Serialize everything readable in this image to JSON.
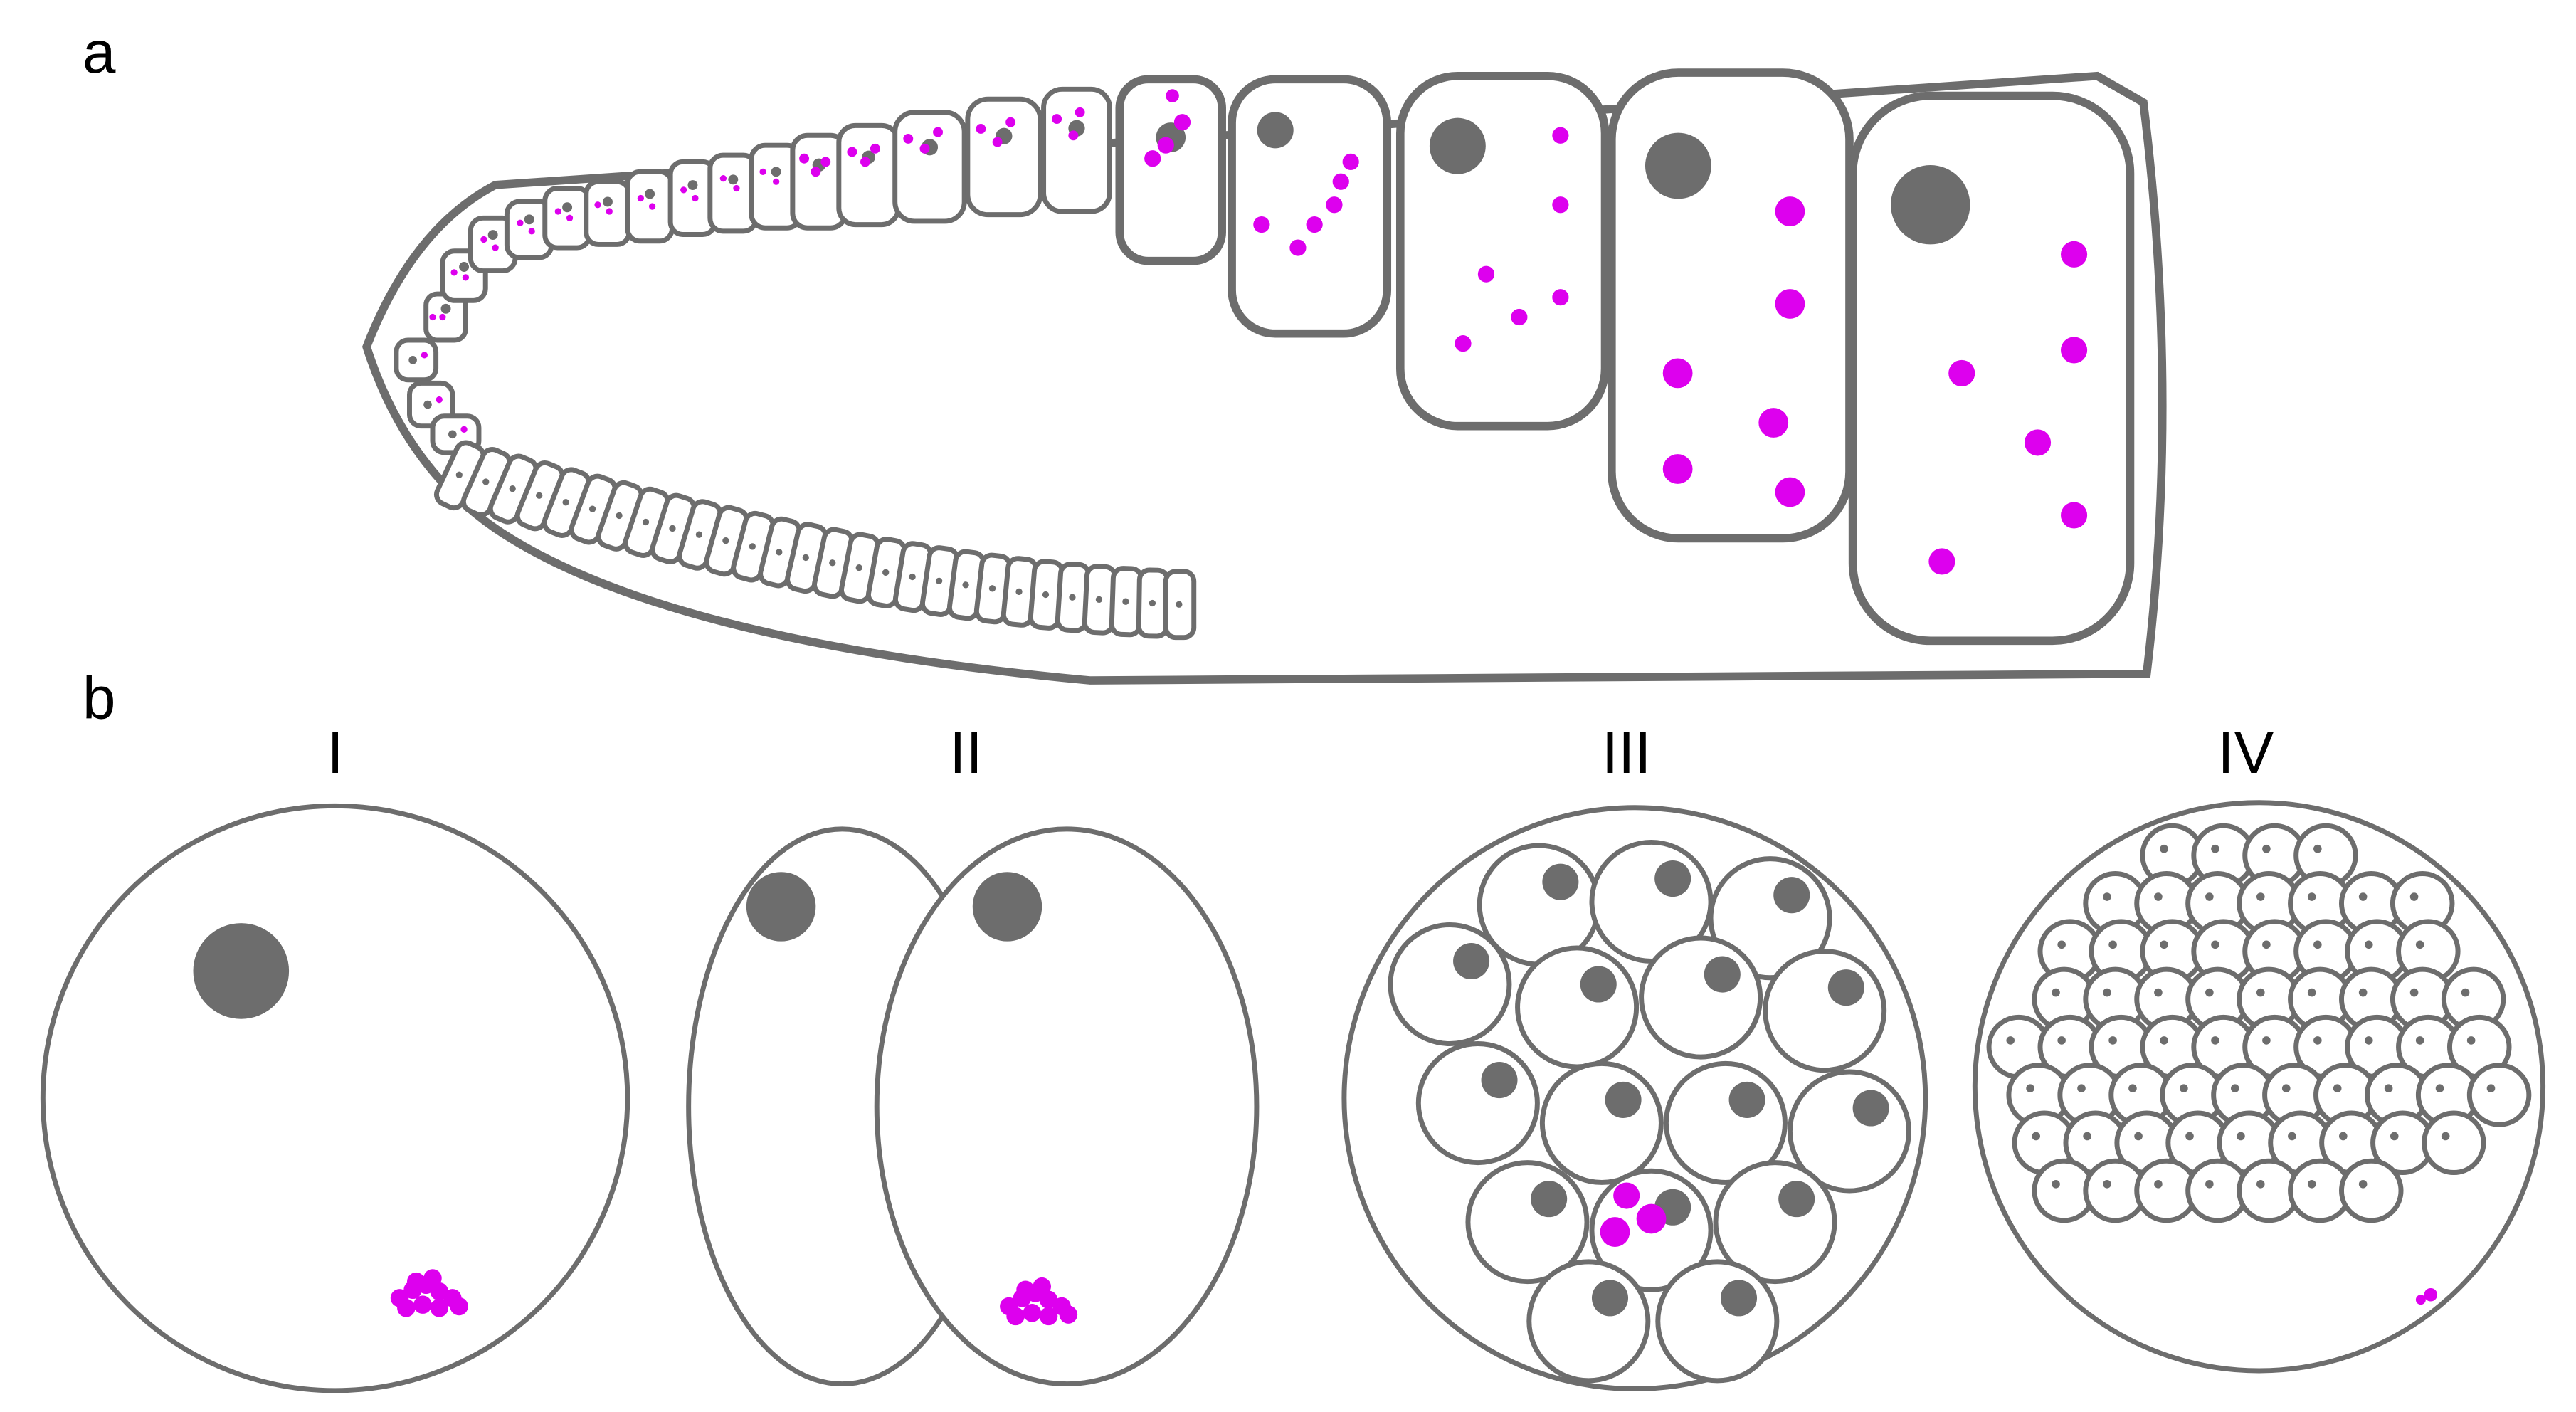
{
  "panels": {
    "a": {
      "letter": "a"
    },
    "b": {
      "letter": "b",
      "stages": [
        {
          "label": "I",
          "nuclei": 1
        },
        {
          "label": "II",
          "nuclei": 2
        },
        {
          "label": "III",
          "nuclei": 16
        },
        {
          "label": "IV",
          "nuclei": 64
        }
      ]
    }
  },
  "colors": {
    "outline": "#6d6d6d",
    "nucleus": "#6d6d6d",
    "granule": "#dd00ee",
    "fill": "#ffffff"
  }
}
